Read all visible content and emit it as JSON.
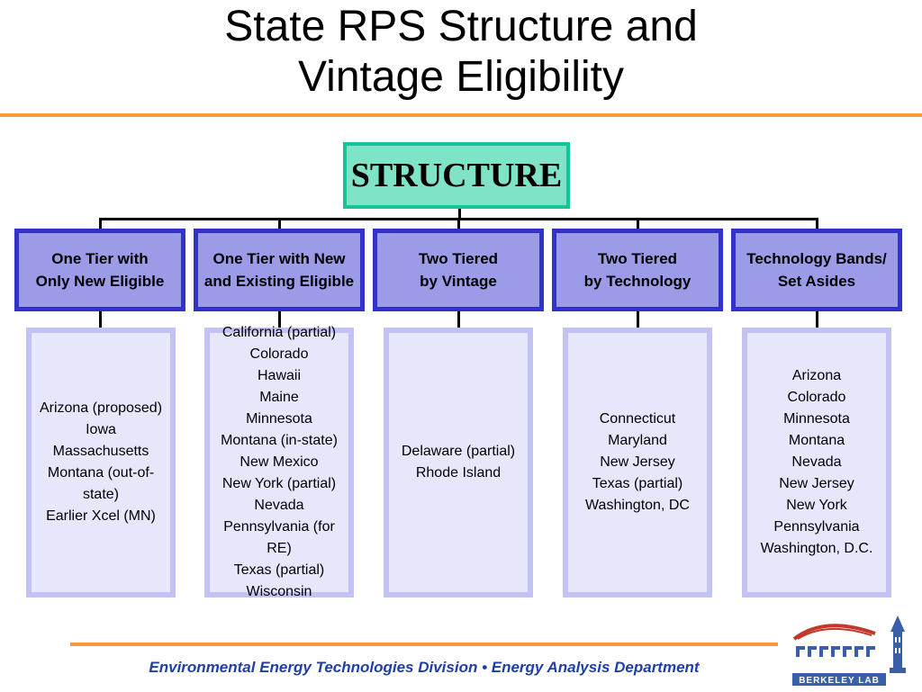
{
  "header": {
    "title_line1": "State RPS Structure and",
    "title_line2": "Vintage Eligibility"
  },
  "diagram": {
    "root": "STRUCTURE",
    "categories": [
      {
        "label": "One Tier with\nOnly New Eligible",
        "states": "Arizona (proposed)\nIowa\nMassachusetts\nMontana (out-of-state)\nEarlier Xcel (MN)"
      },
      {
        "label": "One Tier with New\nand Existing Eligible",
        "states": "California (partial)\nColorado\nHawaii\nMaine\nMinnesota\nMontana (in-state)\nNew Mexico\nNew York (partial)\nNevada\nPennsylvania (for RE)\nTexas (partial)\nWisconsin"
      },
      {
        "label": "Two Tiered\nby Vintage",
        "states": "Delaware (partial)\nRhode Island"
      },
      {
        "label": "Two Tiered\nby Technology",
        "states": "Connecticut\nMaryland\nNew Jersey\nTexas (partial)\nWashington, DC"
      },
      {
        "label": "Technology Bands/\nSet Asides",
        "states": "Arizona\nColorado\nMinnesota\nMontana\nNevada\nNew Jersey\nNew York\nPennsylvania\nWashington, D.C."
      }
    ]
  },
  "footer": {
    "text": "Environmental Energy Technologies Division  •  Energy Analysis Department",
    "logo_text": "BERKELEY LAB"
  },
  "colors": {
    "accent_orange": "#f59a3a",
    "root_fill": "#7fe3c8",
    "category_border": "#3232c8",
    "footer_blue": "#1f3fa6"
  }
}
